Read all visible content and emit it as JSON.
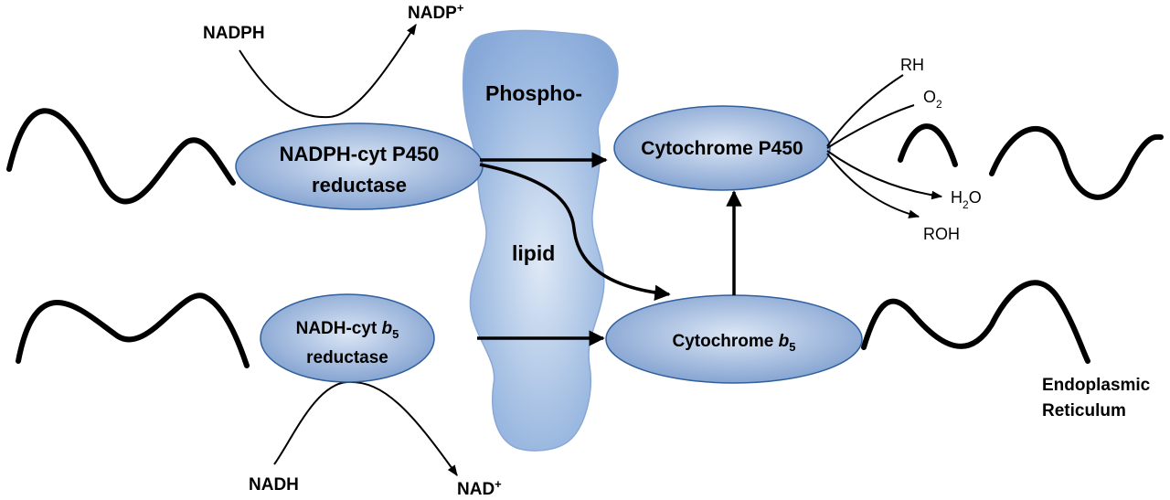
{
  "membrane": {
    "lipid_top": "Phospho-",
    "lipid_bottom": "lipid",
    "er_line1": "Endoplasmic",
    "er_line2": "Reticulum"
  },
  "enzymes": {
    "p450_reductase_line1": "NADPH-cyt P450",
    "p450_reductase_line2": "reductase",
    "b5_reductase_prefix": "NADH-cyt ",
    "b5_reductase_italic": "b",
    "b5_reductase_sub": "5",
    "b5_reductase_line2": "reductase",
    "cyt_p450": "Cytochrome P450",
    "cyt_b5_prefix": "Cytochrome ",
    "cyt_b5_italic": "b",
    "cyt_b5_sub": "5"
  },
  "cofactors": {
    "nadph": "NADPH",
    "nadp_base": "NADP",
    "nadp_sup": "+",
    "nadh": "NADH",
    "nad_base": "NAD",
    "nad_sup": "+"
  },
  "substrates": {
    "rh": "RH",
    "o2_base": "O",
    "o2_sub": "2",
    "h2o_h": "H",
    "h2o_sub": "2",
    "h2o_o": "O",
    "roh": "ROH"
  },
  "colors": {
    "oval_light": "#c9d8ee",
    "oval_dark": "#7f9fcf",
    "lipid_fill": "#8fb0dd",
    "lipid_light": "#d6e3f4",
    "stroke": "#000000"
  }
}
